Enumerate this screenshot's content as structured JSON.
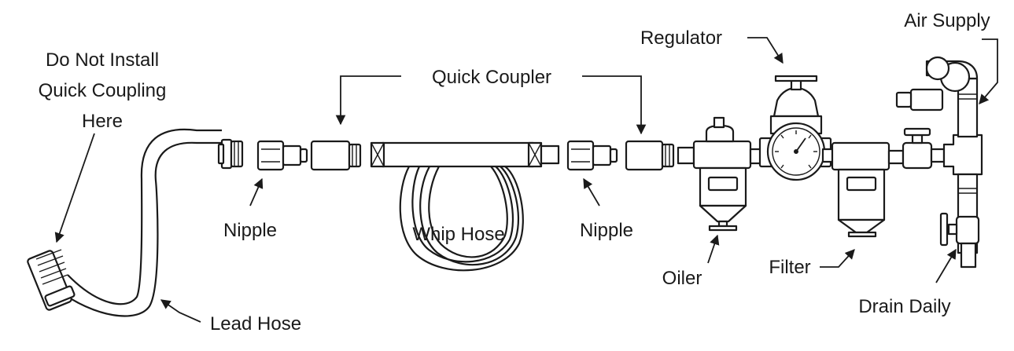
{
  "labels": {
    "no_qc_line1": "Do Not Install",
    "no_qc_line2": "Quick Coupling",
    "no_qc_line3": "Here",
    "quick_coupler": "Quick Coupler",
    "regulator": "Regulator",
    "air_supply": "Air Supply",
    "nipple_left": "Nipple",
    "whip_hose": "Whip Hose",
    "nipple_right": "Nipple",
    "oiler": "Oiler",
    "filter": "Filter",
    "drain_daily": "Drain Daily",
    "lead_hose": "Lead Hose"
  },
  "colors": {
    "line": "#1a1a1a",
    "background": "#ffffff"
  }
}
